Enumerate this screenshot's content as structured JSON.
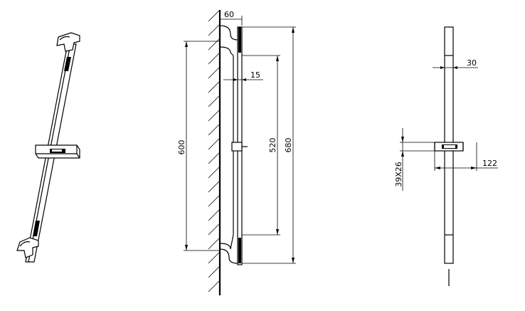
{
  "dimensions": {
    "wall_offset": "60",
    "bar_diameter": "15",
    "total_height": "680",
    "bracket_spacing": "600",
    "sliding_range": "520",
    "front_offset": "30",
    "holder_projection": "122",
    "holder_size": "39X26"
  }
}
